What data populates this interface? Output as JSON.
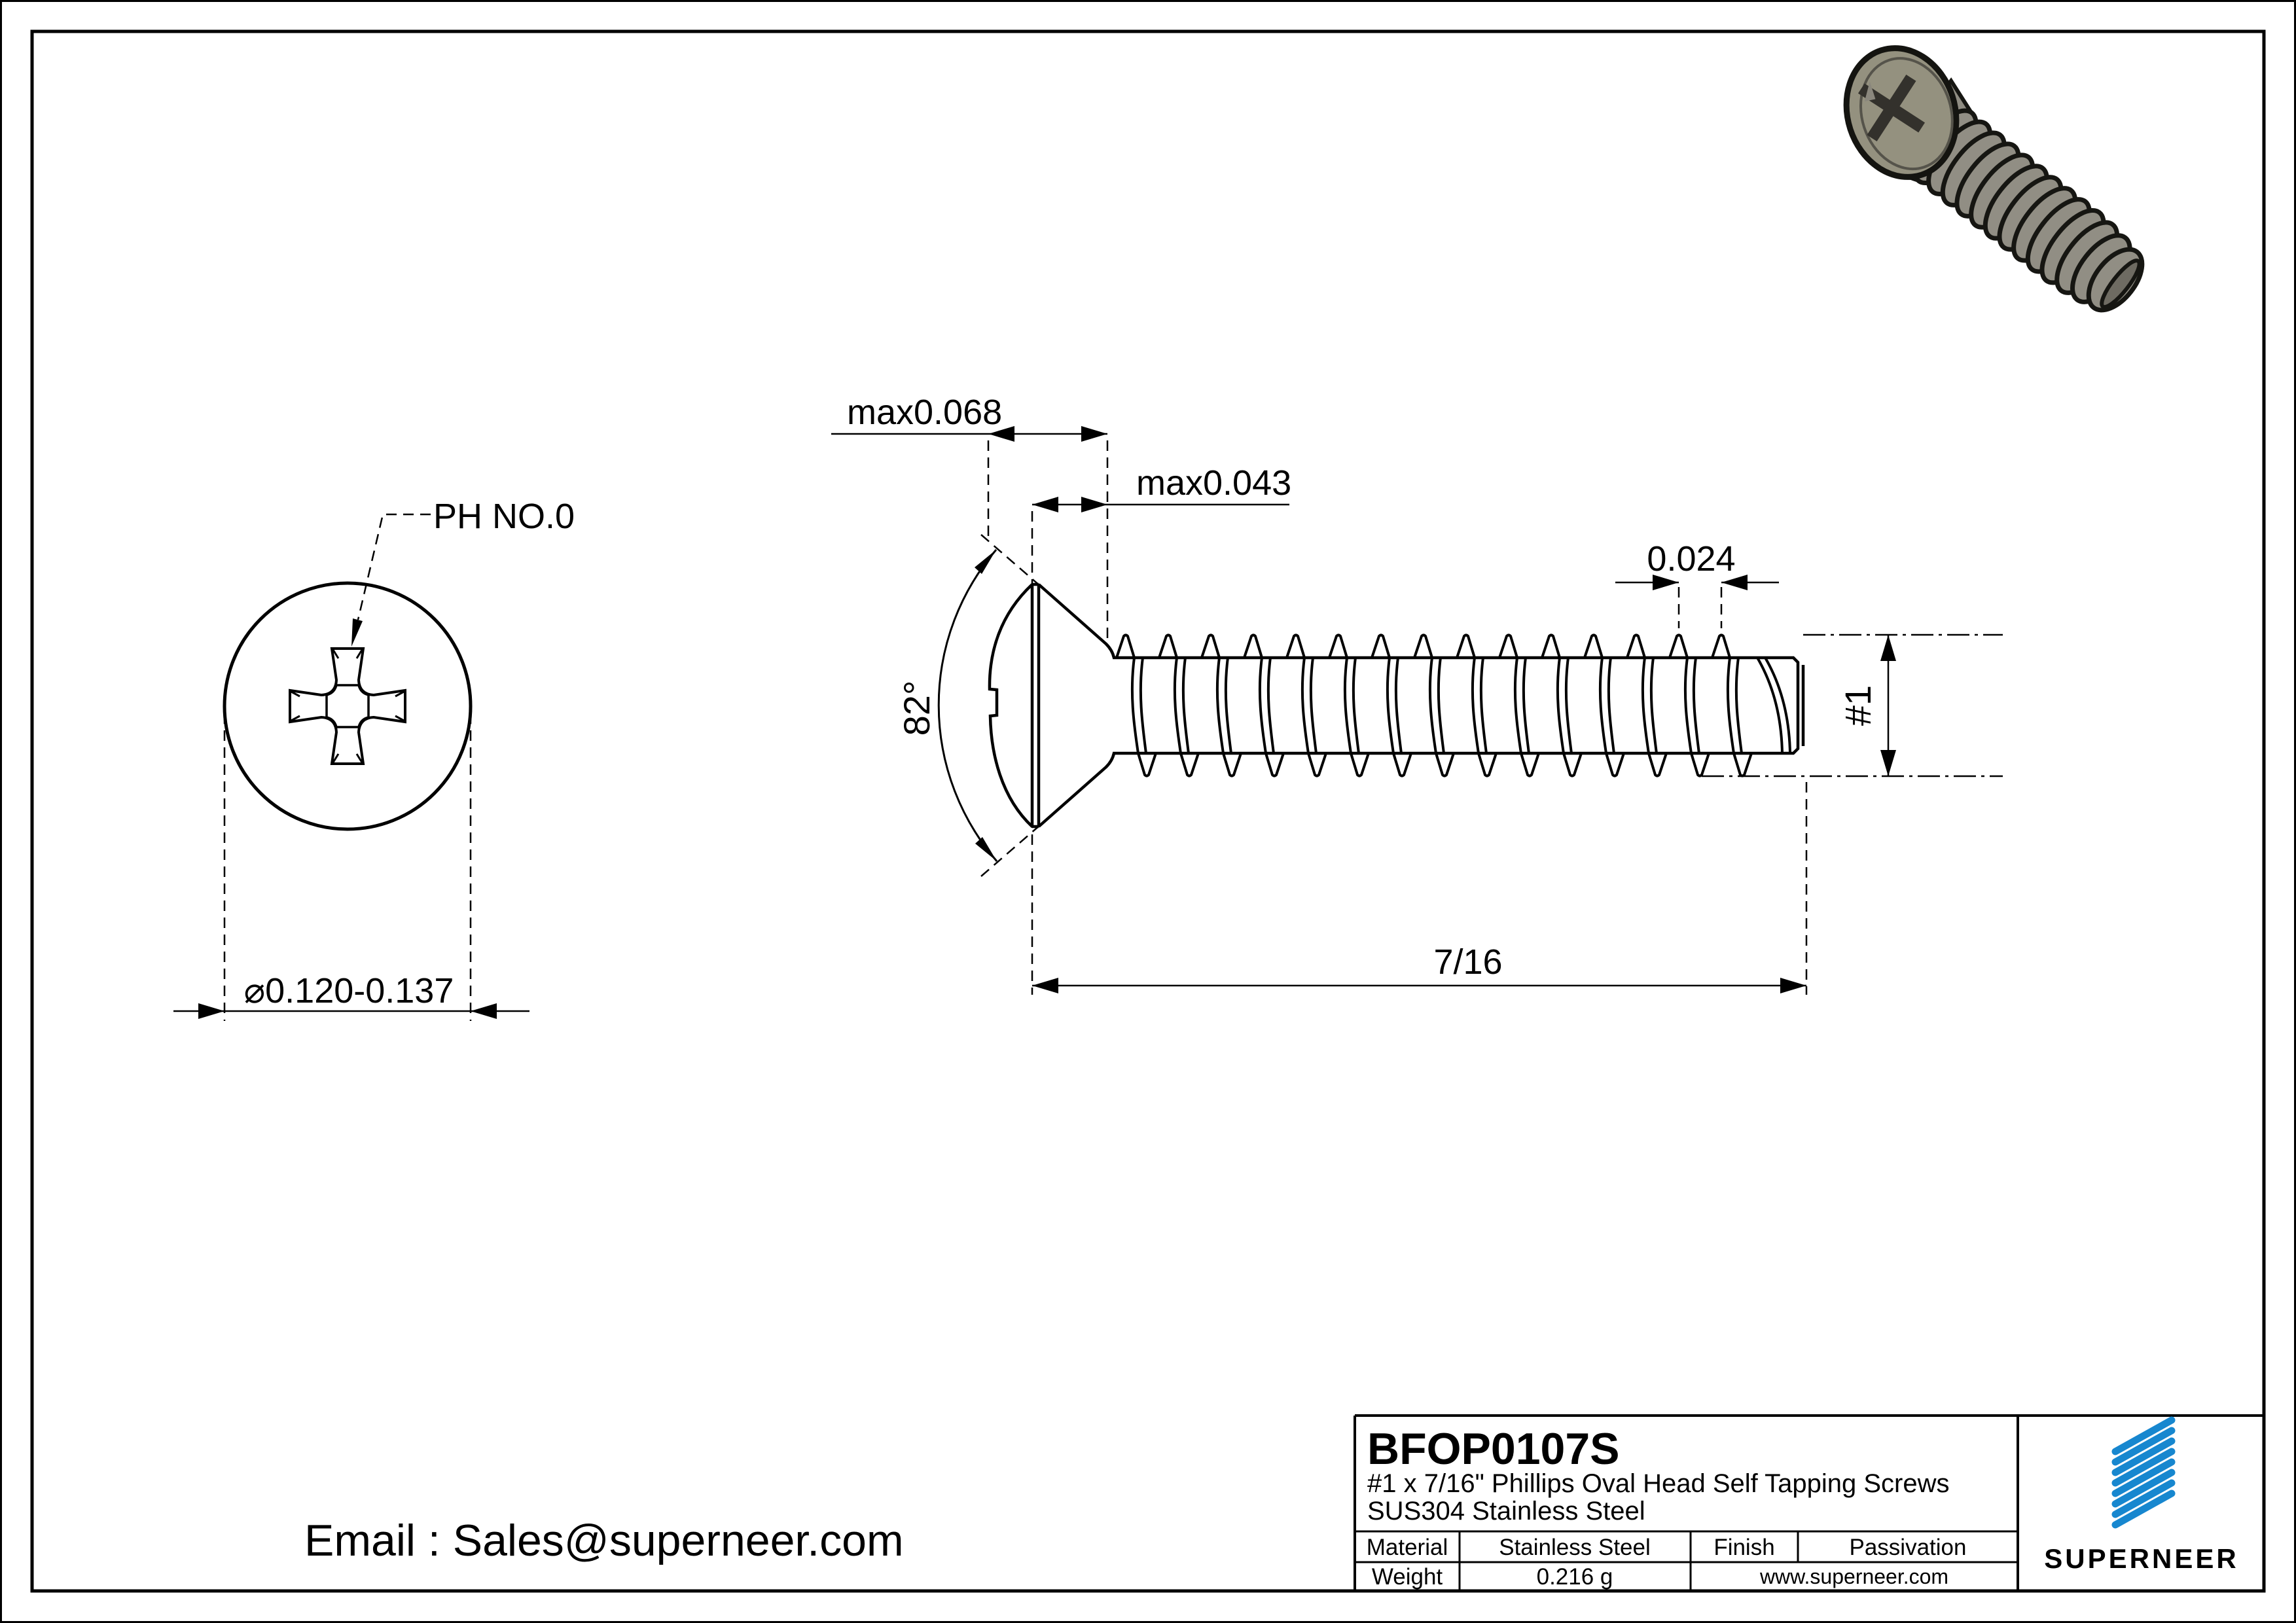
{
  "page": {
    "background": "#ffffff",
    "line_color": "#000000",
    "accent_blue": "#1787cf"
  },
  "front_view": {
    "recess_label": "PH NO.0",
    "diameter_label": "⌀0.120-0.137"
  },
  "side_view": {
    "head_height_label": "max0.068",
    "cone_height_label": "max0.043",
    "angle_label": "82°",
    "pitch_label": "0.024",
    "size_label": "#1",
    "length_label": "7/16"
  },
  "footer": {
    "email_line": "Email : Sales@superneer.com"
  },
  "title_block": {
    "part_number": "BFOP0107S",
    "description_line1": "#1 x 7/16\" Phillips Oval Head Self Tapping Screws",
    "description_line2": "SUS304 Stainless Steel",
    "material_label": "Material",
    "material_value": "Stainless Steel",
    "finish_label": "Finish",
    "finish_value": "Passivation",
    "weight_label": "Weight",
    "weight_value": "0.216 g",
    "website": "www.superneer.com",
    "brand": "SUPERNEER"
  }
}
